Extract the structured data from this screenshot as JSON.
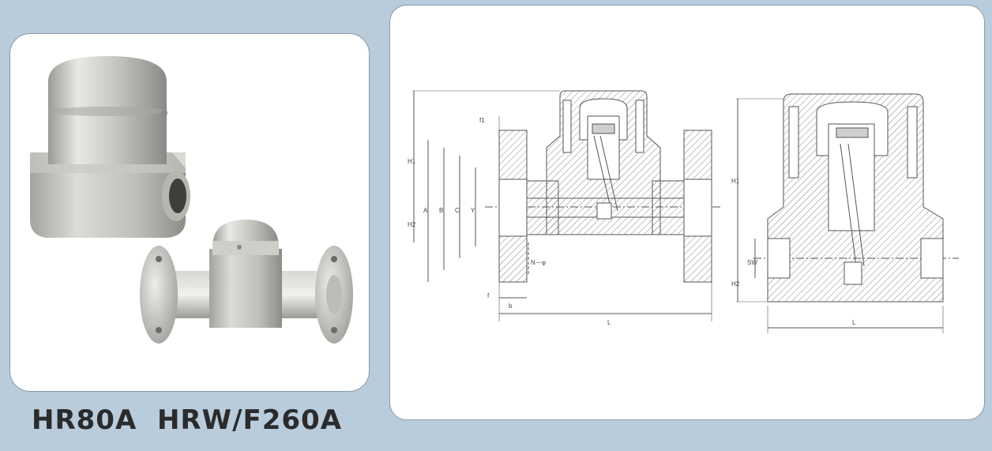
{
  "caption": {
    "model_a": "HR80A",
    "model_b": "HRW/F260A"
  },
  "drawing_left": {
    "dim_f1": "f1",
    "dim_f": "f",
    "dim_b": "b",
    "dim_L": "L",
    "dim_H1": "H1",
    "dim_H2": "H2",
    "dim_A": "A",
    "dim_B": "B",
    "dim_C": "C",
    "dim_Y": "Y",
    "dim_N": "N－φ"
  },
  "drawing_right": {
    "dim_H1": "H1",
    "dim_H2": "H2",
    "dim_SW": "SW",
    "dim_L": "L"
  },
  "colors": {
    "background": "#b9ccdc",
    "card": "#ffffff",
    "metal_light": "#e4e4e0",
    "metal_dark": "#8e8e8a",
    "line": "#555555"
  }
}
